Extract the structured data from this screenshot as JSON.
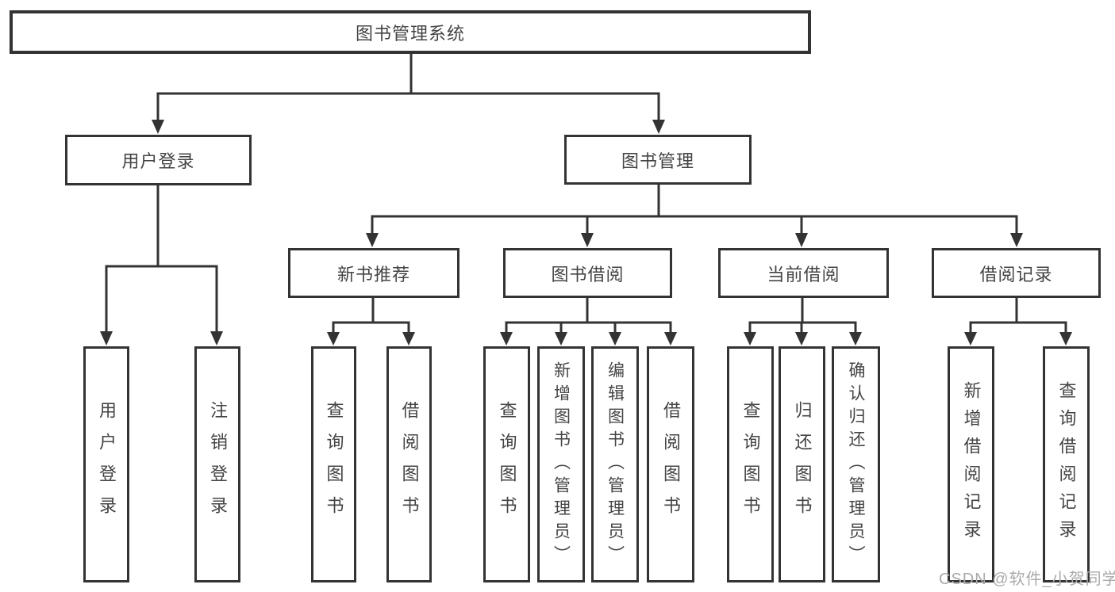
{
  "watermark": "CSDN @软件_小贺同学",
  "colors": {
    "line": "#333333",
    "text": "#444444",
    "box_bg": "#ffffff",
    "watermark": "#aaaaaa",
    "background": "#ffffff"
  },
  "tree": {
    "root": {
      "label": "图书管理系统"
    },
    "login": {
      "label": "用户登录",
      "children": [
        {
          "label": "用户登录"
        },
        {
          "label": "注销登录"
        }
      ]
    },
    "mgmt": {
      "label": "图书管理",
      "sections": [
        {
          "label": "新书推荐",
          "children": [
            {
              "label": "查询图书"
            },
            {
              "label": "借阅图书"
            }
          ]
        },
        {
          "label": "图书借阅",
          "children": [
            {
              "label": "查询图书"
            },
            {
              "label": "新增图书（管理员）"
            },
            {
              "label": "编辑图书（管理员）"
            },
            {
              "label": "借阅图书"
            }
          ]
        },
        {
          "label": "当前借阅",
          "children": [
            {
              "label": "查询图书"
            },
            {
              "label": "归还图书"
            },
            {
              "label": "确认归还（管理员）"
            }
          ]
        },
        {
          "label": "借阅记录",
          "children": [
            {
              "label": "新增借阅记录"
            },
            {
              "label": "查询借阅记录"
            }
          ]
        }
      ]
    }
  }
}
